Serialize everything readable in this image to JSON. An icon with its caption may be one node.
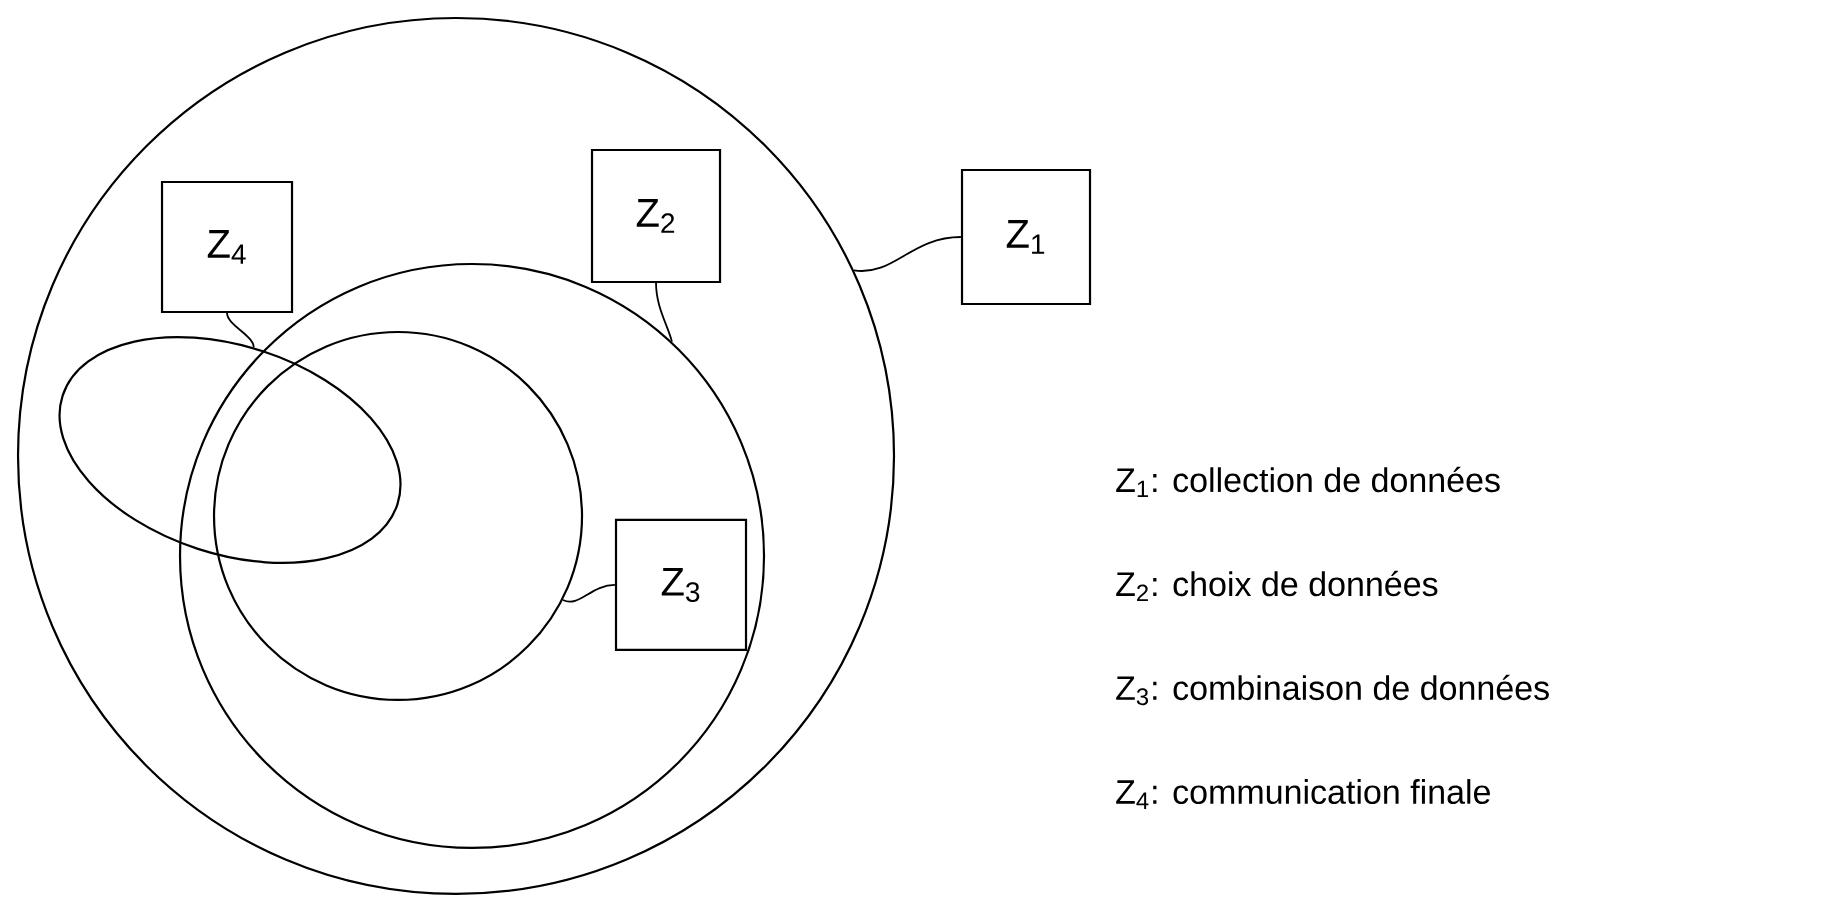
{
  "diagram": {
    "nodes": [
      {
        "text": [],
        "shape": "circle"
      },
      {
        "text": [
          "Z$_{4}$"
        ],
        "in": 0
      },
      {
        "text": [
          "Z$_{2}$"
        ],
        "in": 0
      },
      {
        "text": [
          "Z$_{1}$"
        ]
      },
      {
        "text": [],
        "shape": "circle",
        "in": 0
      },
      {
        "text": [],
        "shape": "ellipse",
        "in": 0
      },
      {
        "text": [],
        "shape": "circle",
        "in": 4
      },
      {
        "text": [
          "Z$_{3}$"
        ],
        "in": 4
      }
    ],
    "edges": [
      {
        "from": 3,
        "to": 0,
        "arrow": "none"
      },
      {
        "from": 2,
        "to": 4,
        "arrow": "none"
      },
      {
        "from": 7,
        "to": 6,
        "arrow": "none"
      },
      {
        "from": 1,
        "to": 5,
        "arrow": "none"
      }
    ],
    "labels": [
      "Z$_{1}$: collection de données",
      "Z$_{2}$: choix de données",
      "Z$_{3}$: combinaison de données",
      "Z$_{4}$: communication finale"
    ]
  }
}
